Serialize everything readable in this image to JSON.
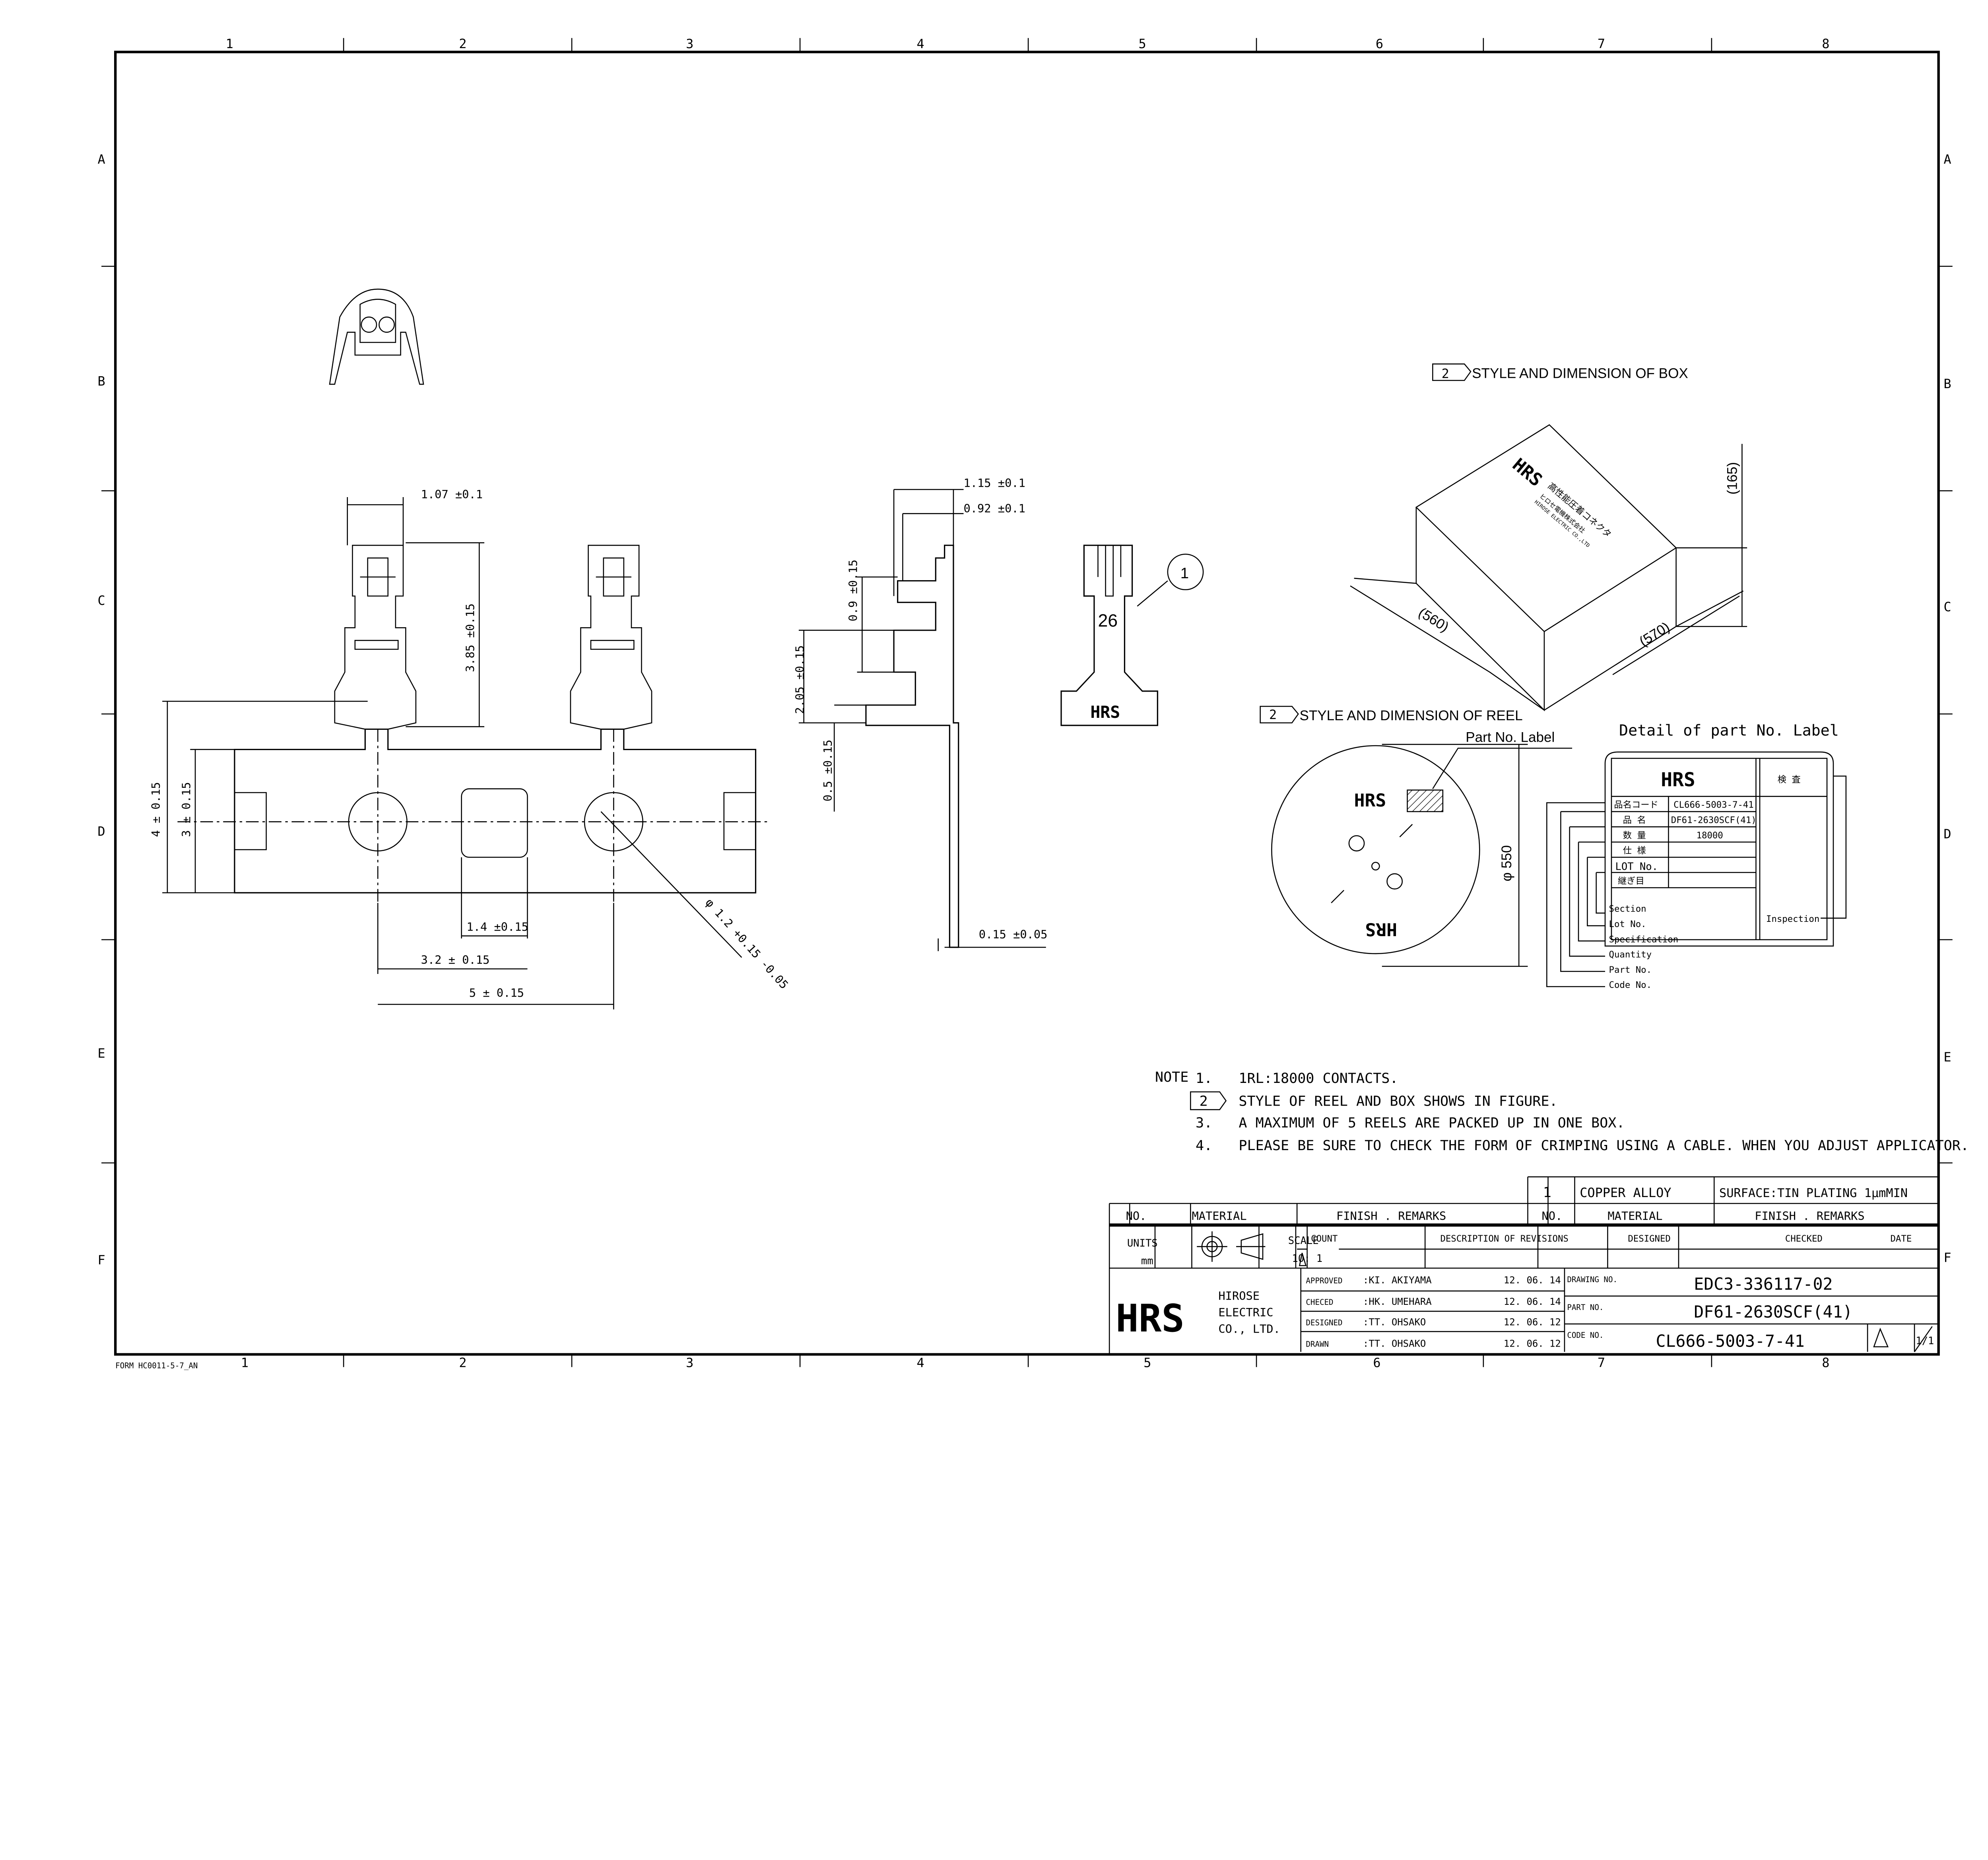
{
  "frame": {
    "cols": [
      "1",
      "2",
      "3",
      "4",
      "5",
      "6",
      "7",
      "8"
    ],
    "rows": [
      "A",
      "B",
      "C",
      "D",
      "E",
      "F"
    ],
    "form_id": "FORM HC0011-5-7_AN"
  },
  "strip_view": {
    "dims": [
      "1.07 ±0.1",
      "3.85 ±0.15",
      "4 ± 0.15",
      "3 ± 0.15",
      "1.4 ±0.15",
      "3.2 ± 0.15",
      "5 ± 0.15",
      "φ 1.2 +0.15 -0.05"
    ]
  },
  "side_view": {
    "dims": [
      "1.15 ±0.1",
      "0.92 ±0.1",
      "0.9 ±0.15",
      "2.05 ±0.15",
      "0.5 ±0.15",
      "0.15 ±0.05"
    ]
  },
  "front_view": {
    "marking": "26",
    "logo": "HRS",
    "balloon": "1"
  },
  "box": {
    "flag": "2",
    "title": "STYLE AND DIMENSION OF BOX",
    "dims": [
      "(560)",
      "(570)",
      "(165)"
    ],
    "logo": "HRS",
    "label_jp": "高性能圧着コネクタ",
    "label_company_jp": "ヒロセ電機株式会社",
    "label_company_en": "HIROSE ELECTRIC CO.,LTD"
  },
  "reel": {
    "flag": "2",
    "title": "STYLE AND DIMENSION OF REEL",
    "part_label": "Part No. Label",
    "dim": "φ 550",
    "logo": "HRS"
  },
  "label_detail": {
    "title": "Detail of part  No. Label",
    "logo": "HRS",
    "inspection_header": "検 査",
    "rows": [
      {
        "k": "品名コード",
        "v": "CL666-5003-7-41"
      },
      {
        "k": "品 名",
        "v": "DF61-2630SCF(41)"
      },
      {
        "k": "数 量",
        "v": "18000"
      },
      {
        "k": "仕 様",
        "v": ""
      },
      {
        "k": "LOT No.",
        "v": ""
      },
      {
        "k": "継ぎ目",
        "v": ""
      }
    ],
    "callouts": [
      "Section",
      "Lot No.",
      "Specification",
      "Quantity",
      "Part No.",
      "Code No."
    ],
    "inspection": "Inspection"
  },
  "notes": {
    "prefix": "NOTE",
    "items": [
      {
        "n": "1.",
        "t": "1RL:18000 CONTACTS."
      },
      {
        "n": "2",
        "t": "STYLE OF REEL AND BOX SHOWS IN FIGURE."
      },
      {
        "n": "3.",
        "t": "A MAXIMUM OF 5 REELS ARE PACKED UP IN ONE BOX."
      },
      {
        "n": "4.",
        "t": "PLEASE BE SURE TO CHECK THE FORM OF CRIMPING USING A CABLE. WHEN YOU ADJUST APPLICATOR."
      }
    ]
  },
  "title_block": {
    "material_row": {
      "no": "1",
      "material": "COPPER ALLOY",
      "finish": "SURFACE:TIN PLATING 1μmMIN"
    },
    "headers": {
      "no": "NO.",
      "material": "MATERIAL",
      "finish": "FINISH . REMARKS"
    },
    "units_label": "UNITS",
    "units": "mm",
    "scale_label": "SCALE",
    "scale": "10: 1",
    "rev_headers": {
      "count": "COUNT",
      "desc": "DESCRIPTION OF REVISIONS",
      "designed": "DESIGNED",
      "checked": "CHECKED",
      "date": "DATE"
    },
    "company": [
      "HIROSE",
      "ELECTRIC",
      "CO., LTD."
    ],
    "logo": "HRS",
    "signoffs": [
      {
        "role": "APPROVED",
        "name": ":KI. AKIYAMA",
        "date": "12. 06. 14"
      },
      {
        "role": "CHECED",
        "name": ":HK. UMEHARA",
        "date": "12. 06. 14"
      },
      {
        "role": "DESIGNED",
        "name": ":TT. OHSAKO",
        "date": "12. 06. 12"
      },
      {
        "role": "DRAWN",
        "name": ":TT. OHSAKO",
        "date": "12. 06. 12"
      }
    ],
    "drawing_no_label": "DRAWING NO.",
    "drawing_no": "EDC3-336117-02",
    "part_no_label": "PART NO.",
    "part_no": "DF61-2630SCF(41)",
    "code_no_label": "CODE NO.",
    "code_no": "CL666-5003-7-41",
    "sheet": "1/1"
  }
}
